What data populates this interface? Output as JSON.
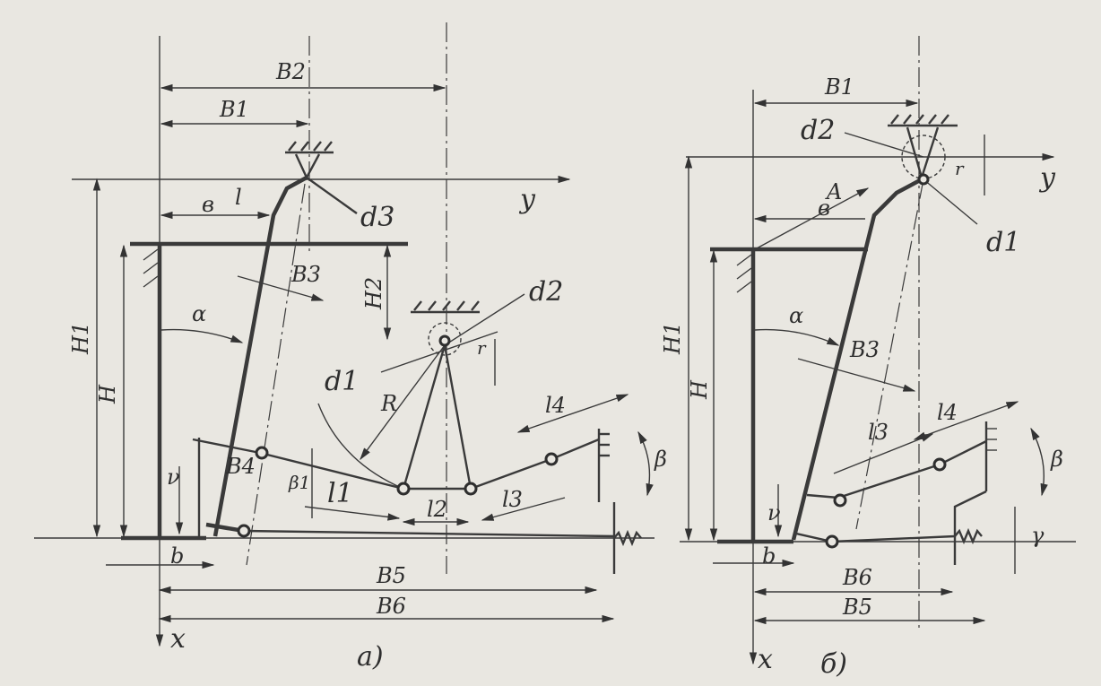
{
  "figure_a": {
    "caption": "a)",
    "labels": {
      "B2": "B2",
      "B1": "B1",
      "B": "в",
      "l": "l",
      "d3": "d3",
      "y": "y",
      "H1": "H1",
      "H": "H",
      "alpha": "α",
      "B3": "B3",
      "H2": "H2",
      "d2": "d2",
      "r": "r",
      "d1": "d1",
      "R": "R",
      "l4": "l4",
      "beta": "β",
      "B4": "B4",
      "beta1": "β1",
      "l1": "l1",
      "l2": "l2",
      "l3": "l3",
      "v": "ν",
      "b": "b",
      "B5": "B5",
      "B6": "B6",
      "x": "x"
    }
  },
  "figure_b": {
    "caption": "б)",
    "labels": {
      "B1": "B1",
      "d2": "d2",
      "r": "r",
      "y": "y",
      "A": "A",
      "B": "в",
      "d1": "d1",
      "H1": "H1",
      "H": "H",
      "alpha": "α",
      "B3": "B3",
      "l4": "l4",
      "l3": "l3",
      "beta": "β",
      "v": "ν",
      "b": "b",
      "gamma": "γ",
      "B6": "B6",
      "B5": "B5",
      "x": "x"
    }
  }
}
